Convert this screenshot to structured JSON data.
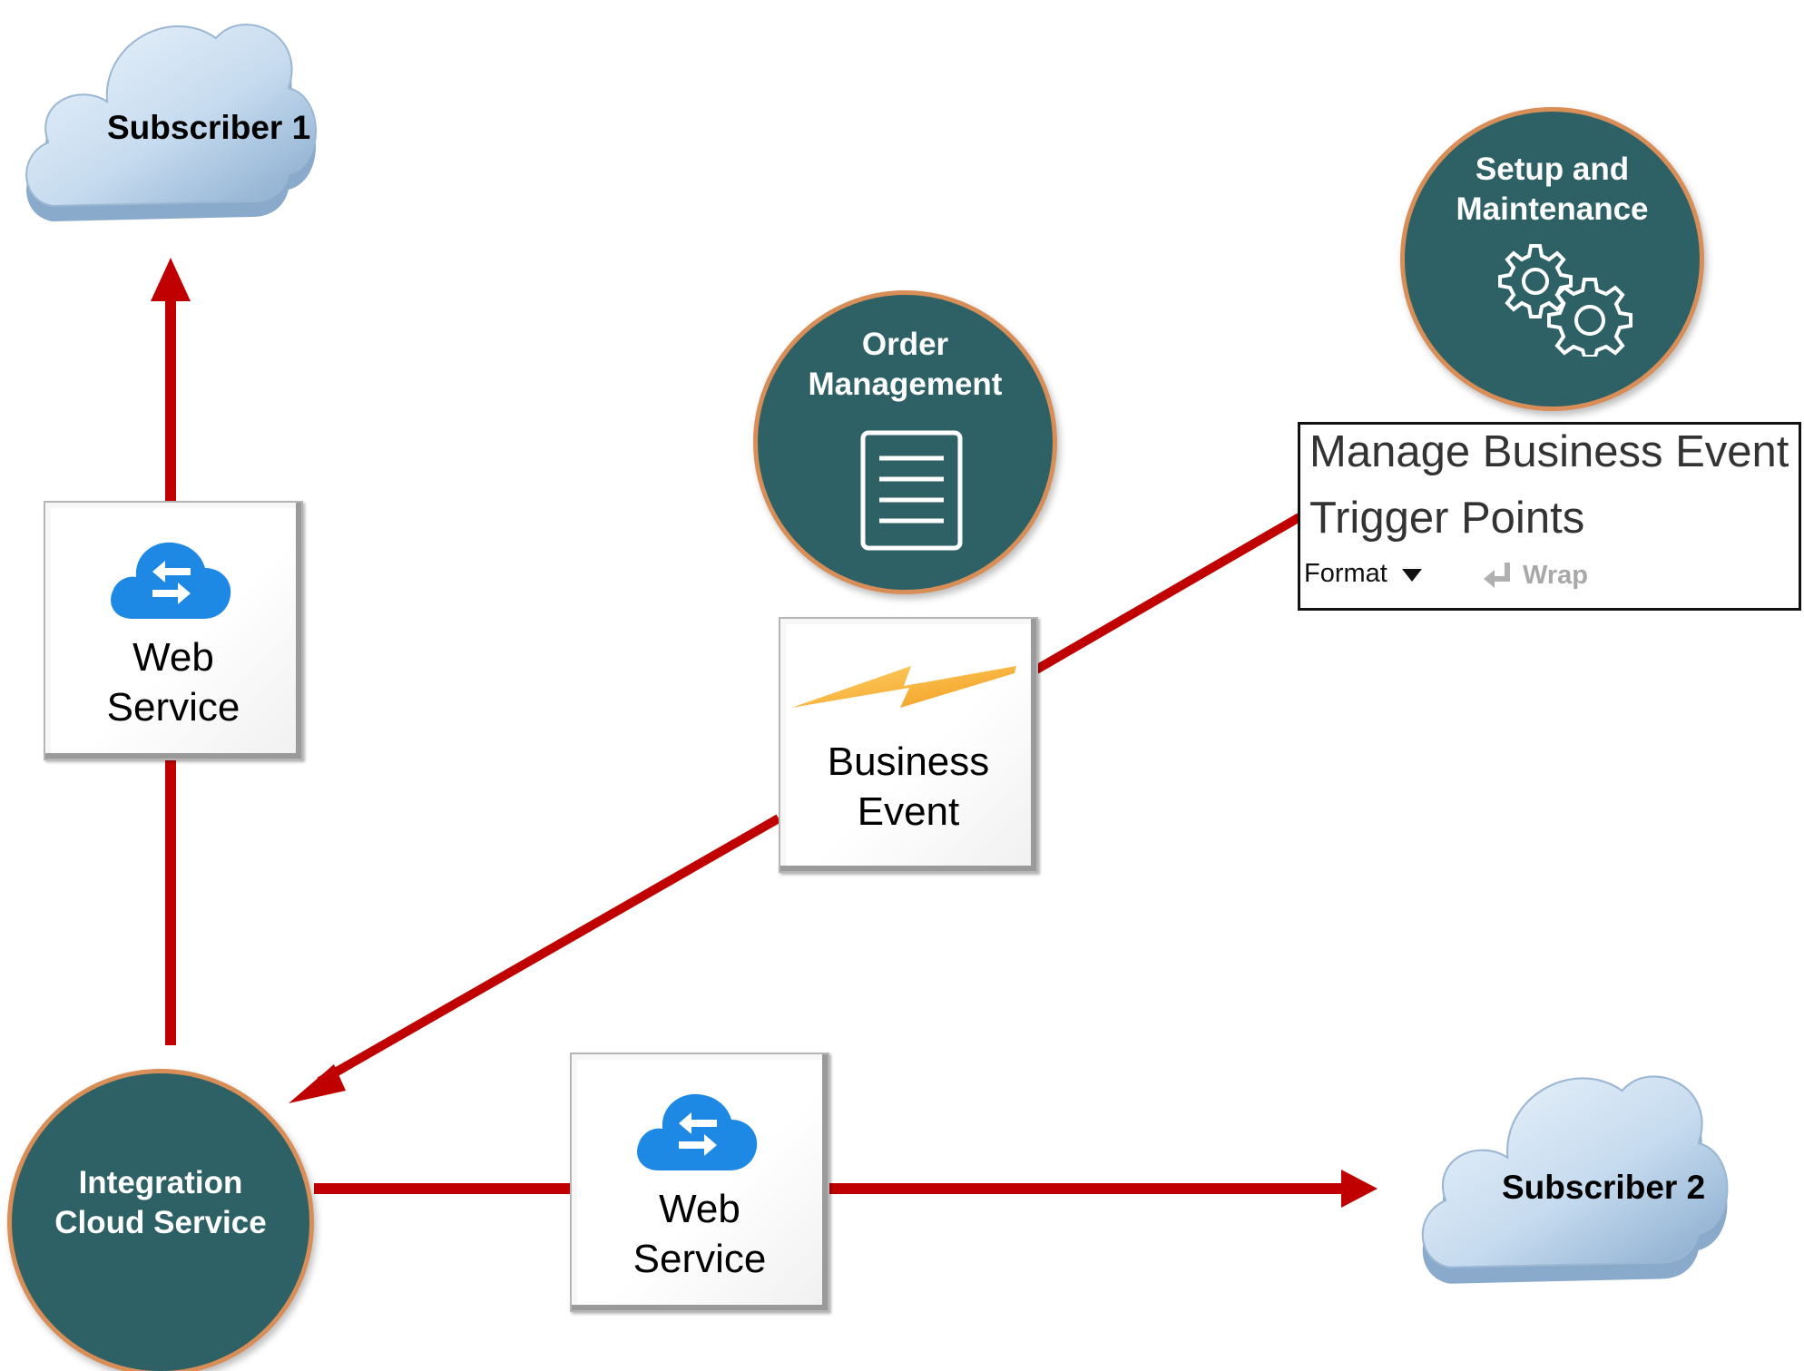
{
  "diagram": {
    "nodes": {
      "subscriber1": {
        "label": "Subscriber 1",
        "icon": "cloud-icon"
      },
      "subscriber2": {
        "label": "Subscriber 2",
        "icon": "cloud-icon"
      },
      "order_management": {
        "title": "Order\nManagement",
        "icon": "document-icon"
      },
      "setup_maintenance": {
        "title": "Setup and\nMaintenance",
        "icon": "gears-icon"
      },
      "integration_cloud": {
        "title": "Integration\nCloud Service"
      },
      "web_service_top": {
        "label": "Web\nService",
        "icon": "cloud-sync-icon"
      },
      "web_service_bottom": {
        "label": "Web\nService",
        "icon": "cloud-sync-icon"
      },
      "business_event": {
        "label": "Business\nEvent",
        "icon": "lightning-bolt-icon"
      }
    },
    "trigger_panel": {
      "line1": "Manage Business Event",
      "line2": "Trigger Points",
      "format_label": "Format",
      "wrap_label": "Wrap"
    },
    "colors": {
      "connector": "#c00000",
      "circle_fill": "#2e6166",
      "circle_border": "#d98e57",
      "cloud_light": "#dbe9f6",
      "cloud_dark": "#7fa3c6",
      "azure_blue": "#1e88e5",
      "bolt": "#f5a623"
    }
  }
}
